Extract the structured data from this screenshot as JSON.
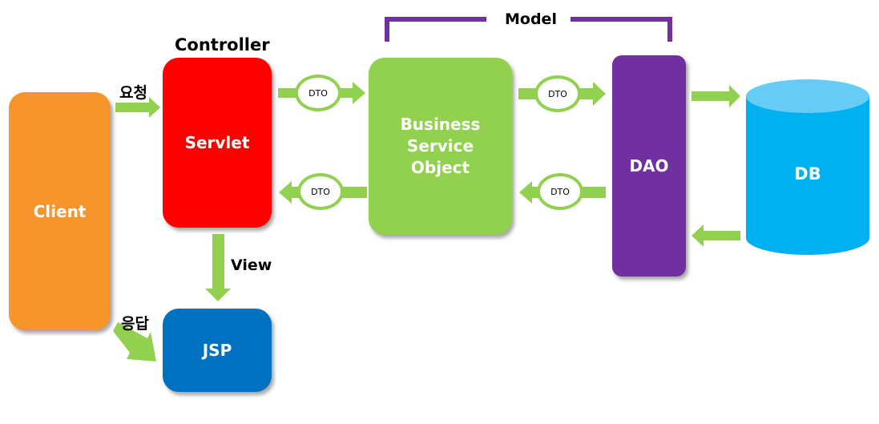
{
  "title_labels": {
    "controller": "Controller",
    "model": "Model",
    "view": "View",
    "request": "요청",
    "response": "응답"
  },
  "nodes": {
    "client": "Client",
    "servlet": "Servlet",
    "jsp": "JSP",
    "business": "Business Service Object",
    "dao": "DAO",
    "db": "DB"
  },
  "dto_labels": [
    "DTO",
    "DTO",
    "DTO",
    "DTO"
  ],
  "colors": {
    "client": "#f7952d",
    "servlet": "#ff0000",
    "jsp": "#0070c0",
    "business": "#92d050",
    "dao": "#7030a0",
    "db": "#00b0f0",
    "db_top": "#66ccf5",
    "arrow": "#92d050",
    "model_bracket": "#7030a0"
  }
}
